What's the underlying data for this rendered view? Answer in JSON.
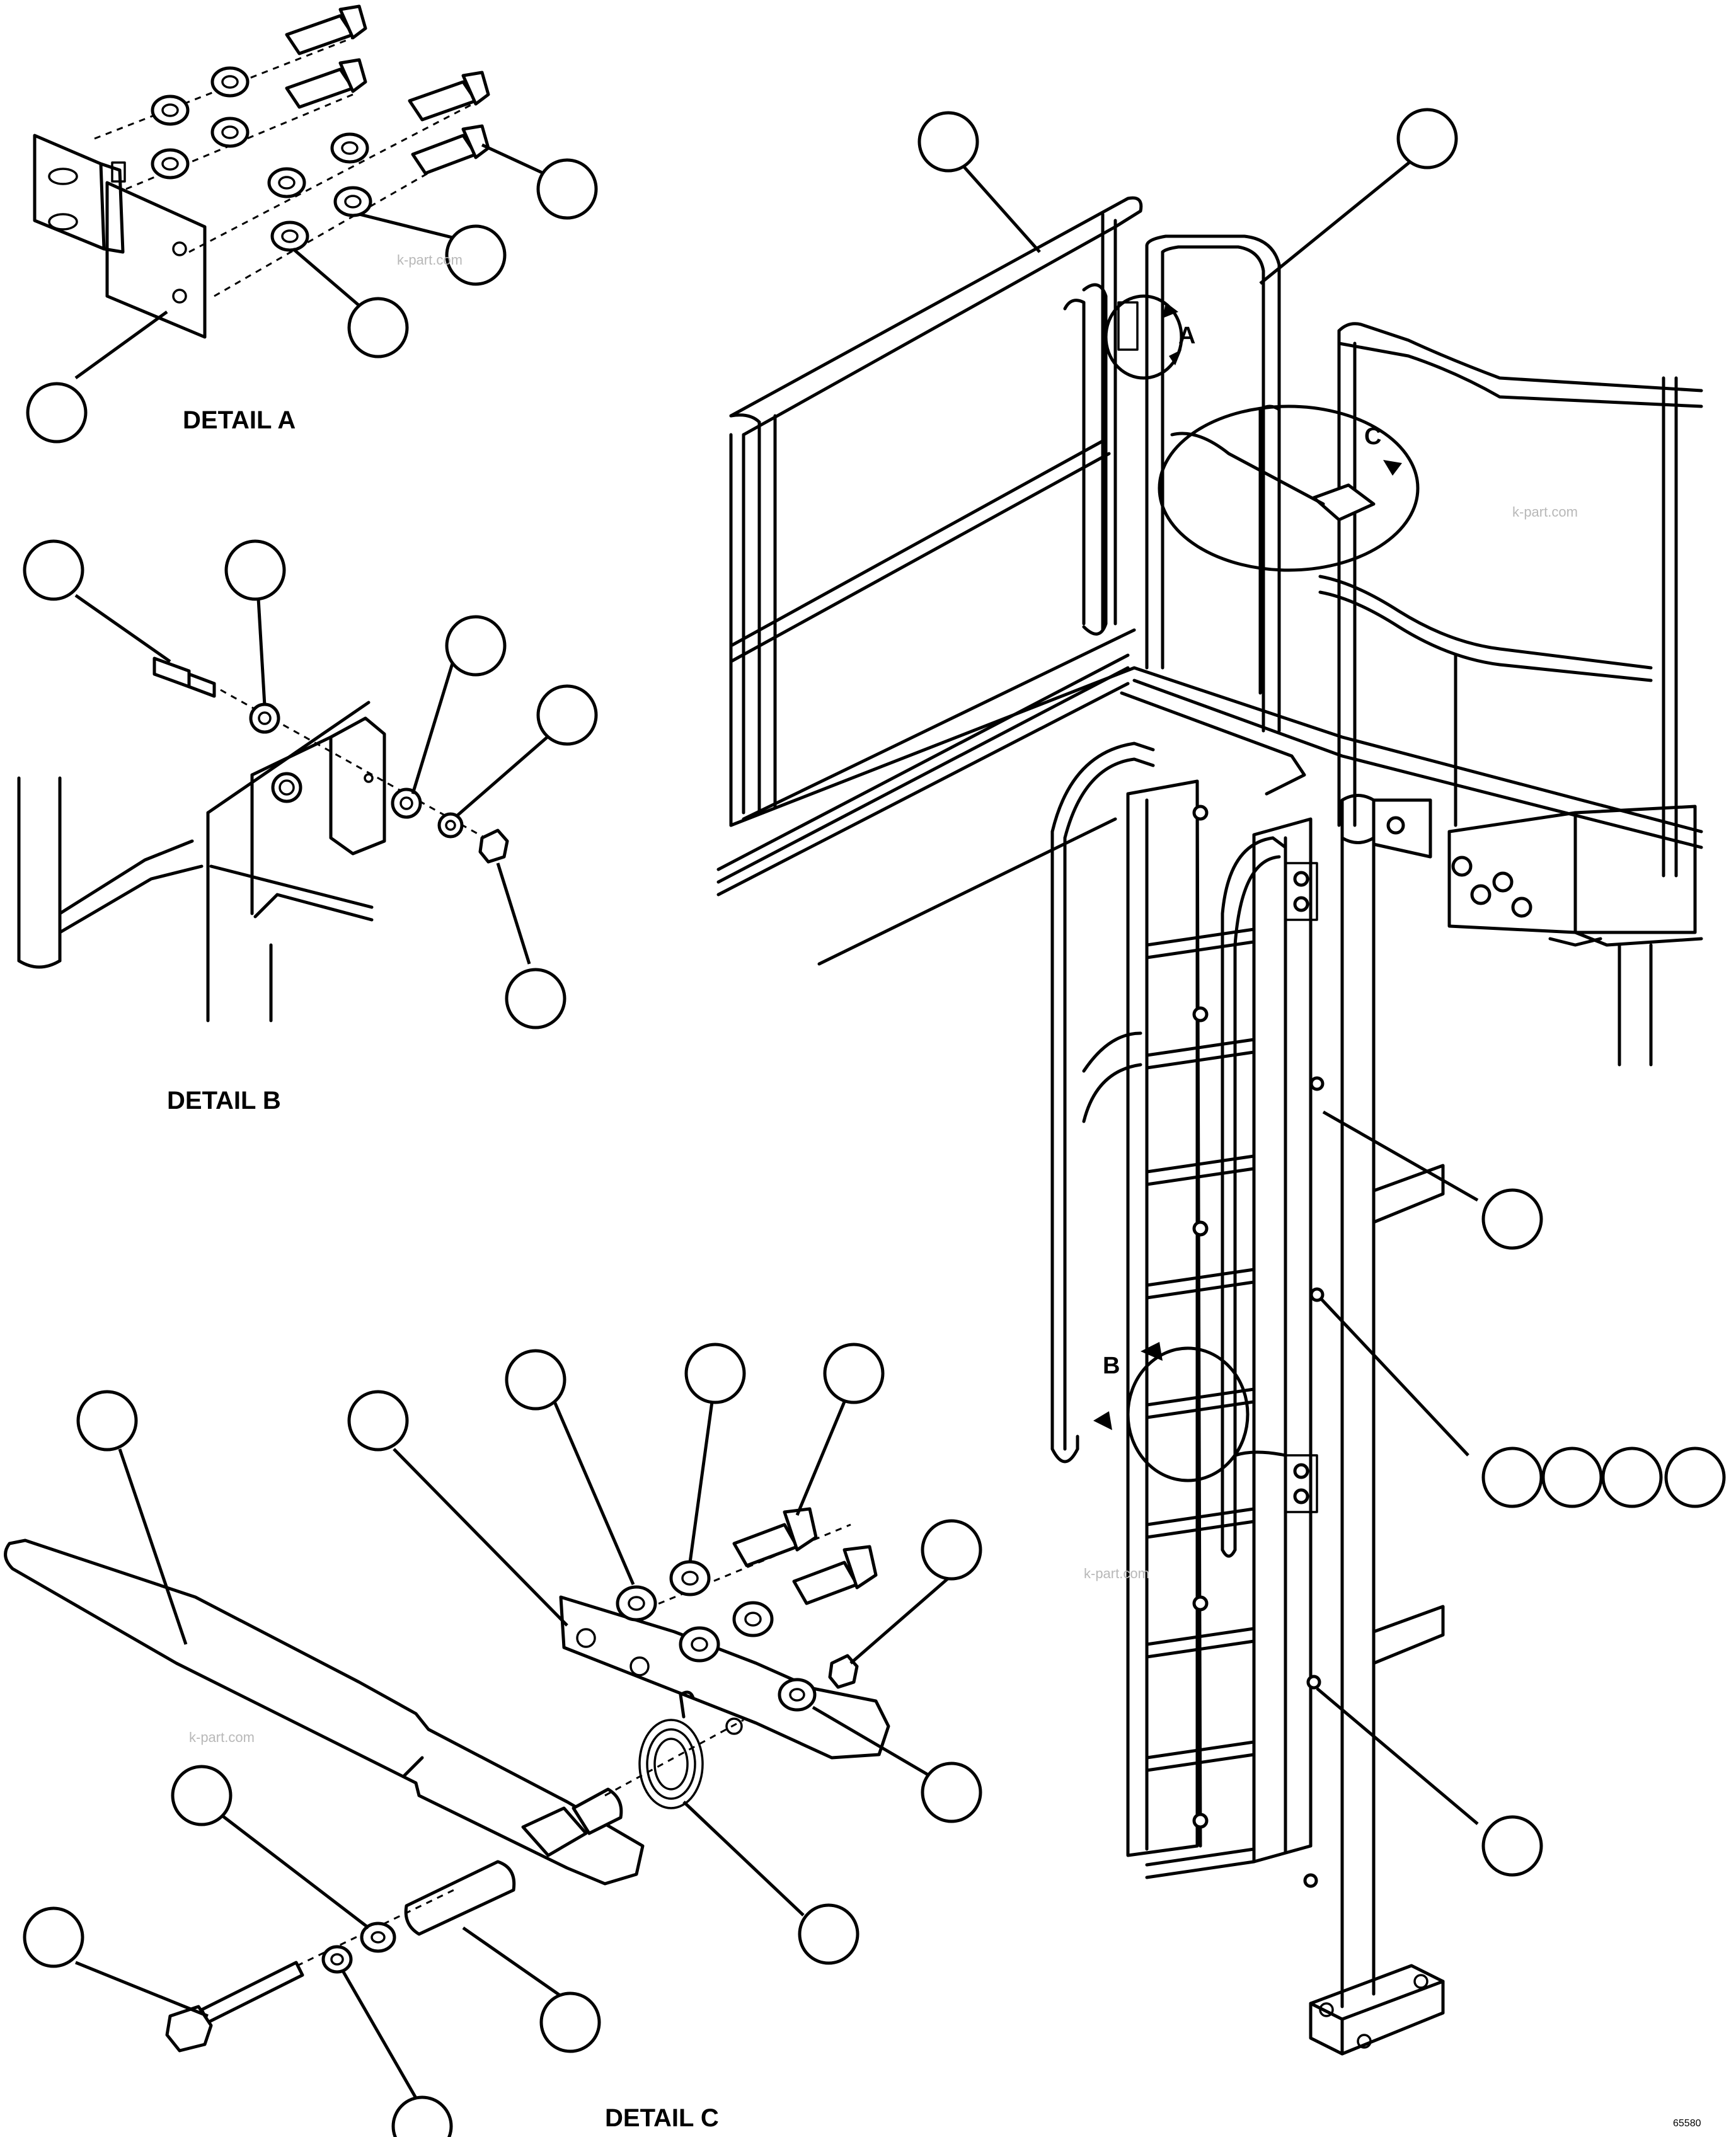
{
  "captions": {
    "detail_a": "DETAIL A",
    "detail_b": "DETAIL B",
    "detail_c": "DETAIL C"
  },
  "detail_labels": {
    "a": "A",
    "b": "B",
    "c": "C"
  },
  "watermark": "k-part.com",
  "drawing_code": "65580"
}
